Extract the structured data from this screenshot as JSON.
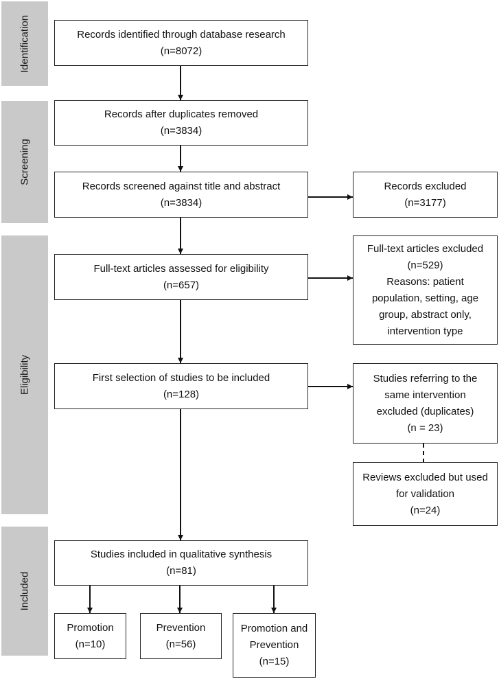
{
  "phases": {
    "identification": "Identification",
    "screening": "Screening",
    "eligibility": "Eligibility",
    "included": "Included"
  },
  "boxes": {
    "identified": {
      "line1": "Records identified through database research",
      "line2": "(n=8072)"
    },
    "after_duplicates": {
      "line1": "Records after duplicates removed",
      "line2": "(n=3834)"
    },
    "screened": {
      "line1": "Records screened against title and abstract",
      "line2": "(n=3834)"
    },
    "excluded_records": {
      "line1": "Records excluded",
      "line2": "(n=3177)"
    },
    "fulltext_assessed": {
      "line1": "Full-text articles assessed for eligibility",
      "line2": "(n=657)"
    },
    "fulltext_excluded": {
      "line1": "Full-text articles excluded",
      "line2": "(n=529)",
      "line3": "Reasons: patient",
      "line4": "population, setting, age",
      "line5": "group, abstract only,",
      "line6": "intervention type"
    },
    "first_selection": {
      "line1": "First selection of studies to be included",
      "line2": "(n=128)"
    },
    "same_intervention": {
      "line1": "Studies referring to the",
      "line2": "same intervention",
      "line3": "excluded (duplicates)",
      "line4": "(n = 23)"
    },
    "reviews_excluded": {
      "line1": "Reviews excluded but used",
      "line2": "for validation",
      "line3": "(n=24)"
    },
    "qualitative": {
      "line1": "Studies included in qualitative synthesis",
      "line2": "(n=81)"
    },
    "promotion": {
      "line1": "Promotion",
      "line2": "(n=10)"
    },
    "prevention": {
      "line1": "Prevention",
      "line2": "(n=56)"
    },
    "promotion_prevention": {
      "line1": "Promotion and",
      "line2": "Prevention",
      "line3": "(n=15)"
    }
  }
}
